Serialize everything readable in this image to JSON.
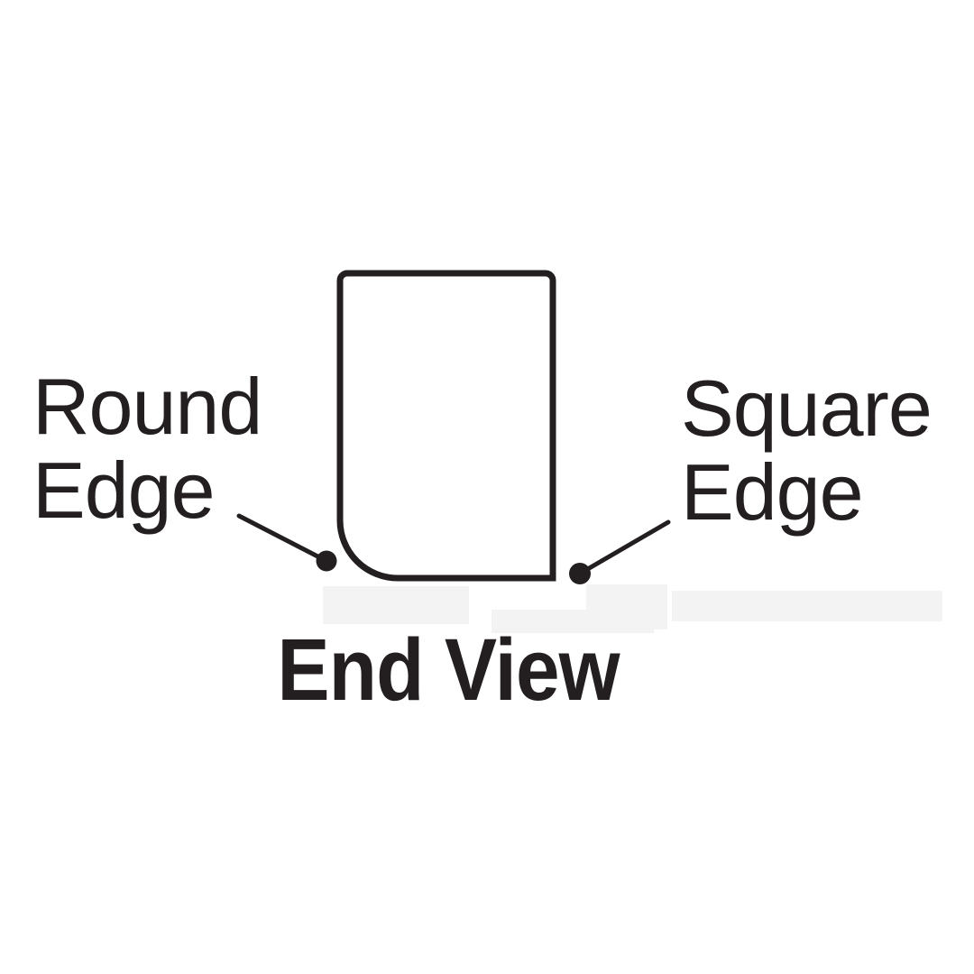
{
  "diagram": {
    "title": "End View",
    "labels": {
      "round_edge": "Round\nEdge",
      "square_edge": "Square\nEdge"
    },
    "colors": {
      "ink": "#231f20",
      "background": "#ffffff",
      "artifact_smudge": "#f3f3f3"
    }
  }
}
